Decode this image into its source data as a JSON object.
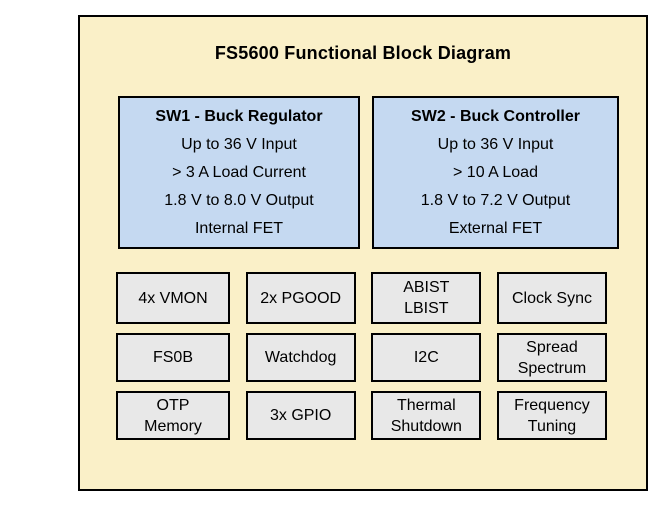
{
  "diagram": {
    "title": "FS5600 Functional Block Diagram"
  },
  "colors": {
    "panel_fill": "#FAF0C8",
    "regulator_fill": "#C5D9F1",
    "feature_fill": "#E8E8E8",
    "border_color": "#000000",
    "page_background": "#FFFFFF",
    "text_color": "#000000"
  },
  "regulators": [
    {
      "title": "SW1 - Buck Regulator",
      "lines": [
        "Up to 36 V Input",
        "> 3 A Load Current",
        "1.8 V to 8.0 V Output",
        "Internal FET"
      ]
    },
    {
      "title": "SW2 - Buck Controller",
      "lines": [
        "Up to 36 V Input",
        "> 10 A Load",
        "1.8 V to 7.2 V Output",
        "External FET"
      ]
    }
  ],
  "features": [
    [
      "4x VMON",
      "2x PGOOD",
      "ABIST\nLBIST",
      "Clock Sync"
    ],
    [
      "FS0B",
      "Watchdog",
      "I2C",
      "Spread\nSpectrum"
    ],
    [
      "OTP\nMemory",
      "3x GPIO",
      "Thermal\nShutdown",
      "Frequency\nTuning"
    ]
  ]
}
